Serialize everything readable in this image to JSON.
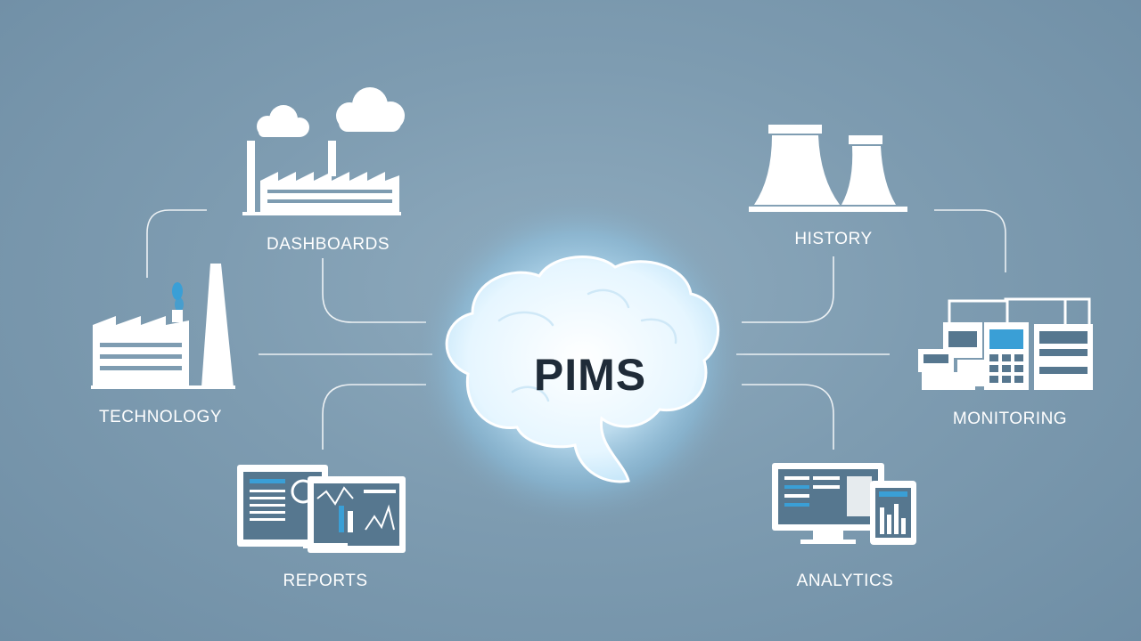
{
  "center": {
    "label": "PIMS",
    "icon": "brain-icon",
    "glow_color": "#bfe6ff"
  },
  "nodes": [
    {
      "id": "dashboards",
      "label": "DASHBOARDS",
      "icon": "factory-clouds-icon"
    },
    {
      "id": "technology",
      "label": "TECHNOLOGY",
      "icon": "factory-smokestack-icon"
    },
    {
      "id": "reports",
      "label": "REPORTS",
      "icon": "report-screens-icon"
    },
    {
      "id": "history",
      "label": "HISTORY",
      "icon": "cooling-towers-icon"
    },
    {
      "id": "monitoring",
      "label": "MONITORING",
      "icon": "control-panels-icon"
    },
    {
      "id": "analytics",
      "label": "ANALYTICS",
      "icon": "monitor-tablet-icon"
    }
  ],
  "colors": {
    "background": "#7e9cb1",
    "lines": "#ffffff",
    "icons": "#ffffff",
    "accent": "#3a9fd6"
  }
}
